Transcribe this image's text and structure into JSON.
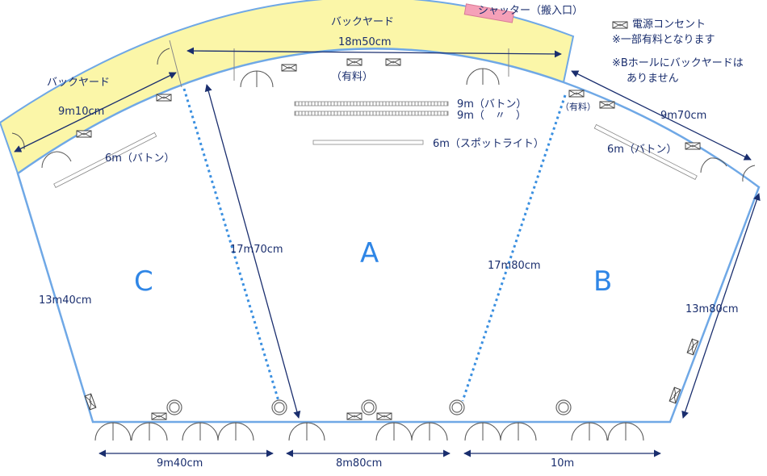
{
  "halls": {
    "a": "A",
    "b": "B",
    "c": "C"
  },
  "labels": {
    "backyard_top": "バックヤード",
    "backyard_left": "バックヤード",
    "shutter": "シャッター（搬入口）",
    "paid_a": "（有料）",
    "paid_b": "（有料）",
    "batten_a1": "9m（バトン）",
    "batten_a2": "9m（　〃　）",
    "spot_a": "6m（スポットライト）",
    "batten_b": "6m（バトン）",
    "batten_c": "6m（バトン）"
  },
  "dimensions": {
    "backyard_width": "18m50cm",
    "backyard_left_depth": "9m10cm",
    "backyard_right_depth": "9m70cm",
    "left_div": "17m70cm",
    "right_div": "17m80cm",
    "c_side": "13m40cm",
    "b_side": "13m80cm",
    "c_bottom": "9m40cm",
    "a_bottom": "8m80cm",
    "b_bottom": "10m"
  },
  "legend": {
    "outlet": "電源コンセント",
    "note1": "※一部有料となります",
    "note2_line1": "※Bホールにバックヤードは",
    "note2_line2": "ありません"
  },
  "colors": {
    "wall": "#6fa8e6",
    "backyard_fill": "#fbf6a8",
    "text": "#1a2e6e",
    "hall_letter": "#2f86e6",
    "shutter": "#f5a0b8",
    "dotted_divider": "#3a8fe0",
    "arrow": "#1a2e6e"
  }
}
